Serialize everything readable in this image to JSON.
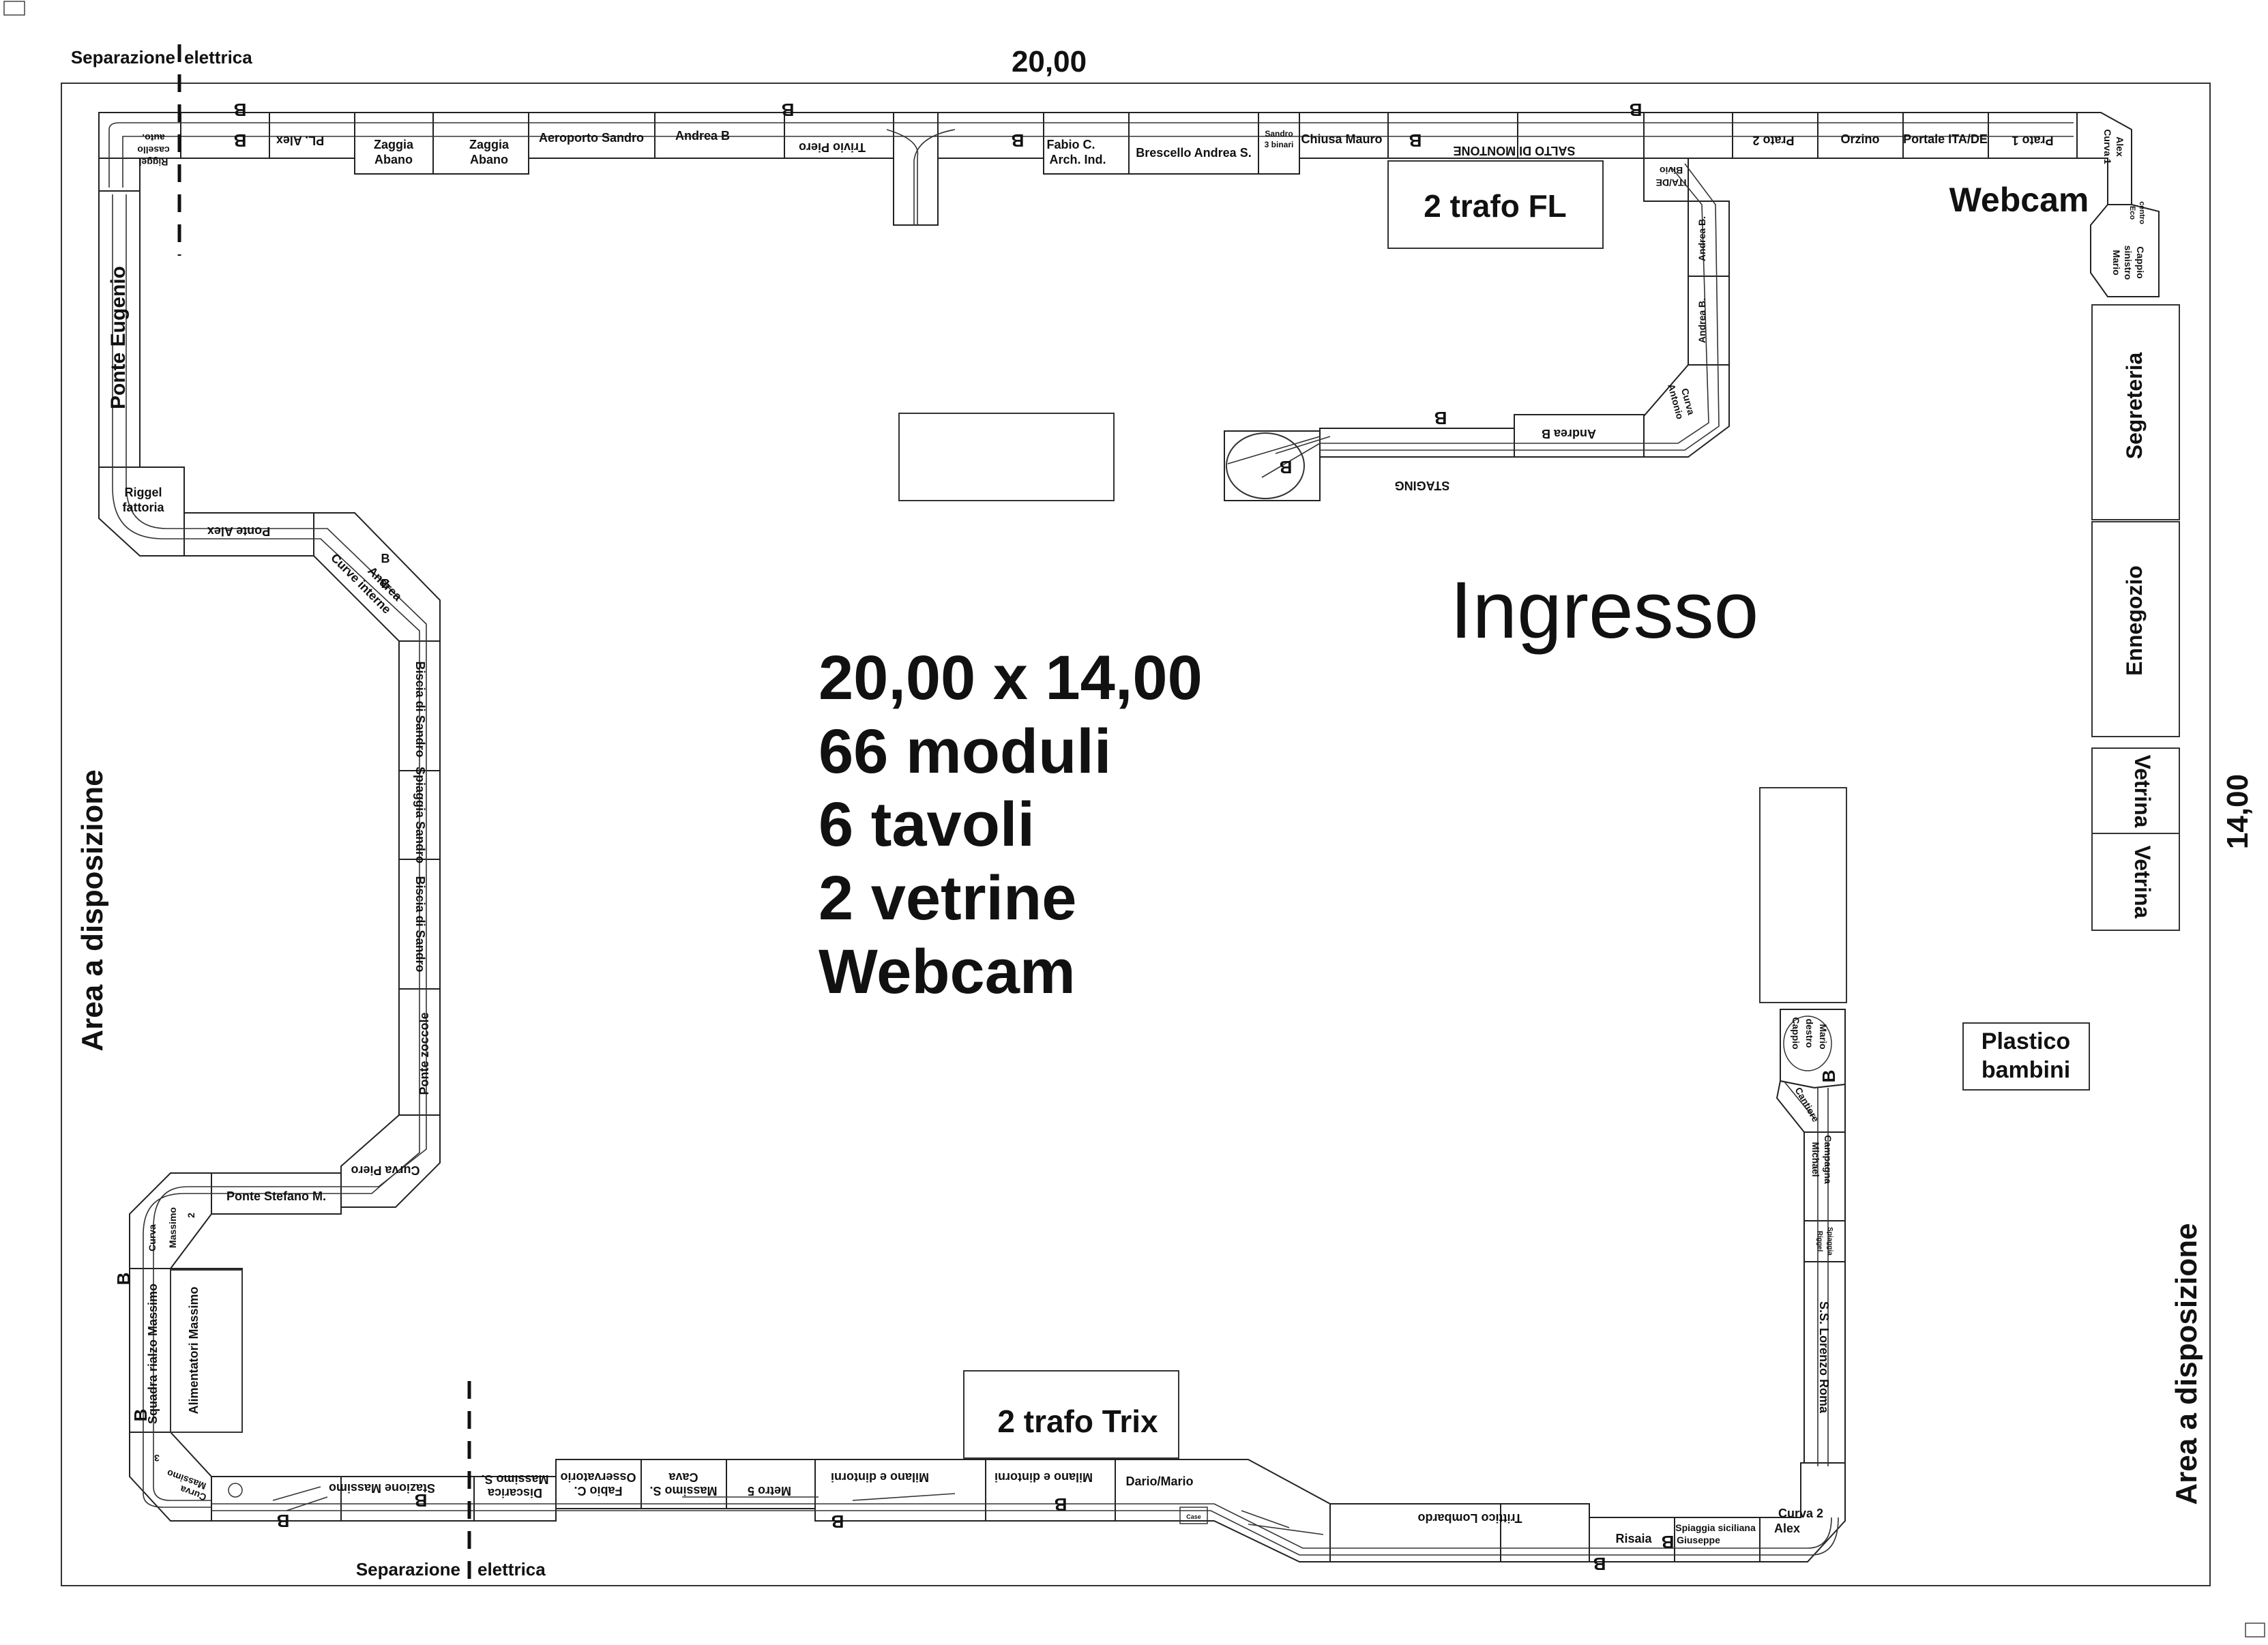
{
  "dims": {
    "width": "20,00",
    "height": "14,00"
  },
  "separator": {
    "left": "Separazione",
    "right": "elettrica"
  },
  "area_label": "Area a disposizione",
  "ingresso": "Ingresso",
  "summary": {
    "line1": "20,00 x 14,00",
    "line2": "66 moduli",
    "line3": "6 tavoli",
    "line4": "2 vetrine",
    "line5": "Webcam"
  },
  "boxes": {
    "trafo_fl": "2 trafo FL",
    "trafo_trix": "2 trafo Trix",
    "webcam": "Webcam",
    "segreteria": "Segreteria",
    "ennegozio": "Ennegozio",
    "vetrina": "Vetrina",
    "plastico_1": "Plastico",
    "plastico_2": "bambini",
    "alimentatori": "Alimentatori Massimo"
  },
  "block_marker": "B",
  "modules": {
    "top": {
      "riggel_casello_1": "Riggel",
      "riggel_casello_2": "casello",
      "riggel_casello_3": "auto.",
      "pl_alex": "PL. Alex",
      "zaggia_1a": "Zaggia",
      "zaggia_1b": "Abano",
      "zaggia_2a": "Zaggia",
      "zaggia_2b": "Abano",
      "aeroporto": "Aeroporto Sandro",
      "andrea_b": "Andrea B",
      "trivio": "Trivio Piero",
      "fabio_1": "Fabio C.",
      "fabio_2": "Arch. Ind.",
      "brescello": "Brescello Andrea S.",
      "sandro3_1": "Sandro",
      "sandro3_2": "3 binari",
      "chiusa": "Chiusa Mauro",
      "salto": "SALTO DI MONTONE",
      "bivio_1": "Bivio",
      "bivio_2": "ITA/DE",
      "prato2": "Prato 2",
      "orzino": "Orzino",
      "portale": "Portale ITA/DE",
      "prato1": "Prato 1",
      "curva1_1": "Curva 1",
      "curva1_2": "Alex",
      "eco_1": "Eco",
      "eco_2": "centro",
      "cappio_s_1": "Cappio",
      "cappio_s_2": "sinistro",
      "cappio_s_3": "Mario"
    },
    "right_inner": {
      "andrea_b1": "Andrea B.",
      "andrea_b2": "Andrea B.",
      "curva_ant_1": "Curva",
      "curva_ant_2": "Antonio",
      "andrea_b3": "Andrea B",
      "staging": "STAGING"
    },
    "left": {
      "ponte_eugenio": "Ponte Eugenio",
      "riggel_fattoria_1": "Riggel",
      "riggel_fattoria_2": "fattoria",
      "ponte_alex": "Ponte Alex",
      "curve_interne_1": "Curve interne",
      "curve_interne_2": "Andrea",
      "bobscia_1": "Biscia di Sandro",
      "spiaggia_sandro": "Spiaggia Sandro",
      "bobscia_2": "Biscia di Sandro",
      "ponte_zoccole": "Ponte zoccole",
      "curva_piero": "Curva Piero",
      "ponte_stefano": "Ponte Stefano M.",
      "curva_m2_1": "Curva",
      "curva_m2_2": "Massimo",
      "curva_m2_3": "2",
      "squadra": "Squadra rialzo Massimo"
    },
    "bottom": {
      "curva_m3_1": "Curva",
      "curva_m3_2": "Massimo",
      "curva_m3_3": "3",
      "stazione": "Stazione Massimo",
      "discarica_1": "Discarica",
      "discarica_2": "Massimo S.",
      "osservatorio_1": "Osservatorio",
      "osservatorio_2": "Fabio C.",
      "cava_1": "Cava",
      "cava_2": "Massimo S.",
      "metro": "Metro 5",
      "milano_1": "Milano e dintorni",
      "milano_2": "Milano e dintorni",
      "dario": "Dario/Mario",
      "case": "Case",
      "trittico": "Trittico Lombardo",
      "risaia": "Risaia",
      "spiaggia_g_1": "Spiaggia siciliana",
      "spiaggia_g_2": "Giuseppe",
      "curva2_1": "Curva 2",
      "curva2_2": "Alex"
    },
    "right": {
      "cappio_d_1": "Cappio",
      "cappio_d_2": "destro",
      "cappio_d_3": "Mario",
      "cantiere": "Cantiere",
      "campagna_1": "Campagna",
      "campagna_2": "Michael",
      "spiaggia_r_1": "Spiaggia",
      "spiaggia_r_2": "Riggel",
      "lorenzo": "S.S. Lorenzo Roma"
    }
  }
}
